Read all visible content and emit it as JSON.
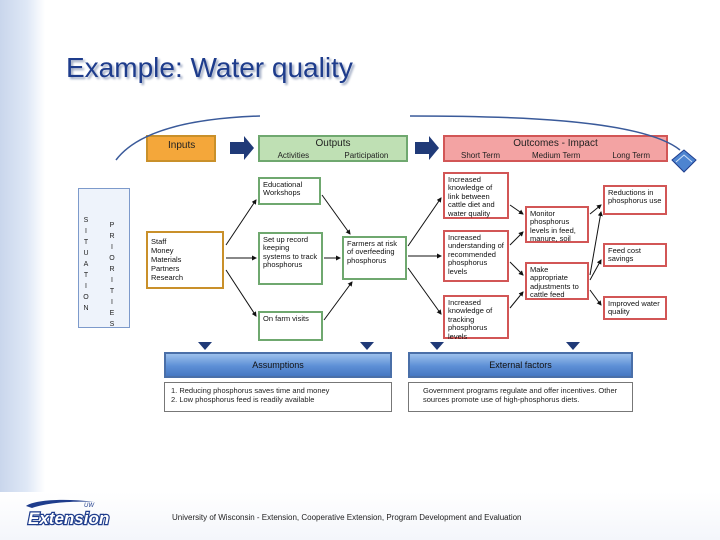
{
  "title": "Example:  Water quality",
  "header": {
    "inputs": "Inputs",
    "outputs": "Outputs",
    "activities": "Activities",
    "participation": "Participation",
    "outcomes": "Outcomes - Impact",
    "short_term": "Short Term",
    "medium_term": "Medium Term",
    "long_term": "Long Term"
  },
  "situation": [
    "S",
    "I",
    "T",
    "U",
    "A",
    "T",
    "I",
    "O",
    "N"
  ],
  "priorities": [
    "P",
    "R",
    "I",
    "O",
    "R",
    "I",
    "T",
    "I",
    "E",
    "S"
  ],
  "inputs_box": [
    "Staff",
    "Money",
    "Materials",
    "Partners",
    "Research"
  ],
  "activities": {
    "workshops": "Educational Workshops",
    "record": "Set up record keeping systems to track phosphorus",
    "visits": "On farm visits"
  },
  "participation": "Farmers at risk of overfeeding phosphorus",
  "short_term": {
    "knowledge_link": "Increased knowledge of link between cattle diet and water quality",
    "understanding": "Increased understanding of recommended phosphorus levels",
    "tracking": "Increased knowledge of tracking phosphorus levels"
  },
  "medium_term": {
    "monitor": "Monitor phosphorus levels in feed, manure, soil",
    "adjust": "Make appropriate adjustments to cattle feed"
  },
  "long_term": {
    "reductions": "Reductions in phosphorus use",
    "savings": "Feed cost savings",
    "water": "Improved water quality"
  },
  "assumptions": {
    "label": "Assumptions",
    "items": [
      "1. Reducing phosphorus saves time and money",
      "2. Low phosphorus feed is readily available"
    ]
  },
  "external": {
    "label": "External factors",
    "text": "Government programs regulate and offer incentives. Other sources promote use of high-phosphorus diets."
  },
  "footer": "University of Wisconsin - Extension, Cooperative Extension, Program Development and Evaluation",
  "logo": {
    "small": "UW",
    "main": "Extension"
  },
  "colors": {
    "title": "#1e3c8c",
    "inputs_header": "#f4a73a",
    "outputs_header": "#bfe0b4",
    "outcomes_header": "#f3a3a3",
    "arrow": "#203a78",
    "bar": "#5d8fd6"
  }
}
